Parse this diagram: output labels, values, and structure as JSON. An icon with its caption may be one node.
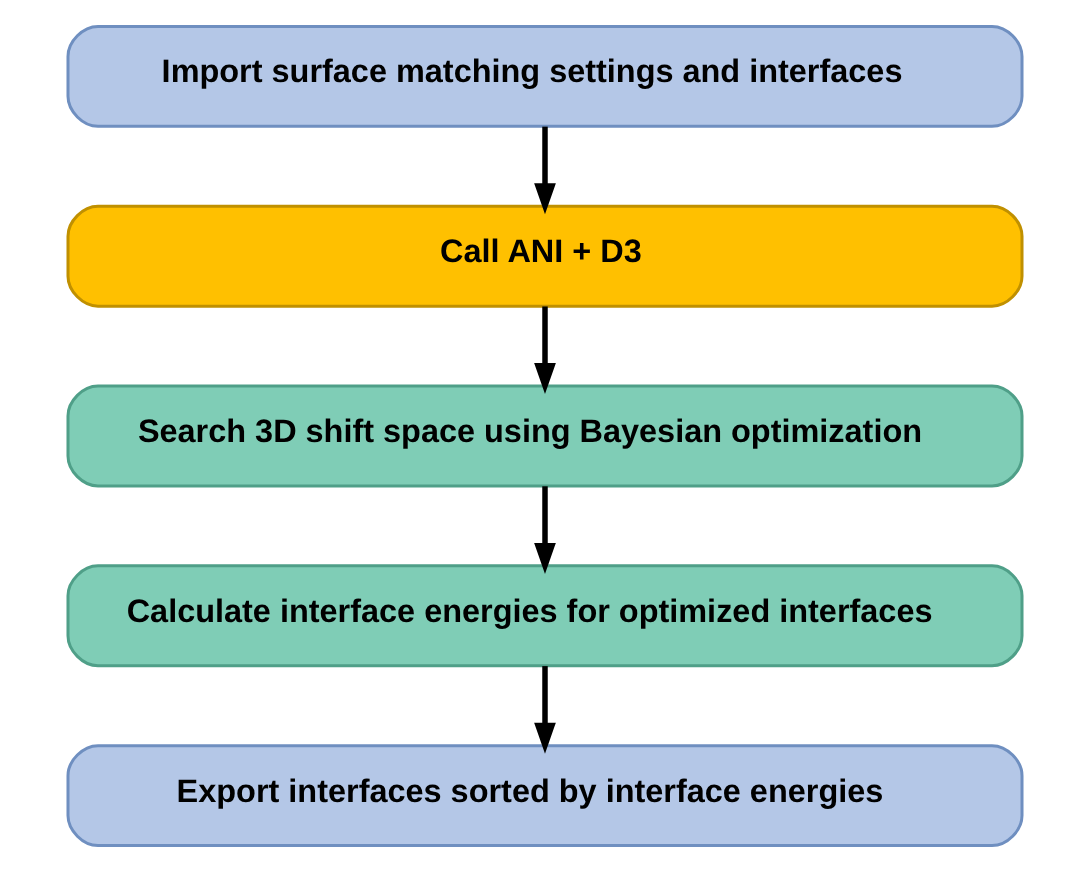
{
  "diagram": {
    "nodes": [
      {
        "text": [
          "Import surface matching settings and interfaces"
        ]
      },
      {
        "text": [
          "Call ANI + D3"
        ]
      },
      {
        "text": [
          "Search 3D shift space using Bayesian optimization"
        ]
      },
      {
        "text": [
          "Calculate interface energies for optimized interfaces"
        ]
      },
      {
        "text": [
          "Export interfaces sorted by interface energies"
        ]
      }
    ],
    "edges": [
      {
        "from": 0,
        "to": 1,
        "arrow": "to"
      },
      {
        "from": 1,
        "to": 2,
        "arrow": "to"
      },
      {
        "from": 2,
        "to": 3,
        "arrow": "to"
      },
      {
        "from": 3,
        "to": 4,
        "arrow": "to"
      }
    ]
  }
}
